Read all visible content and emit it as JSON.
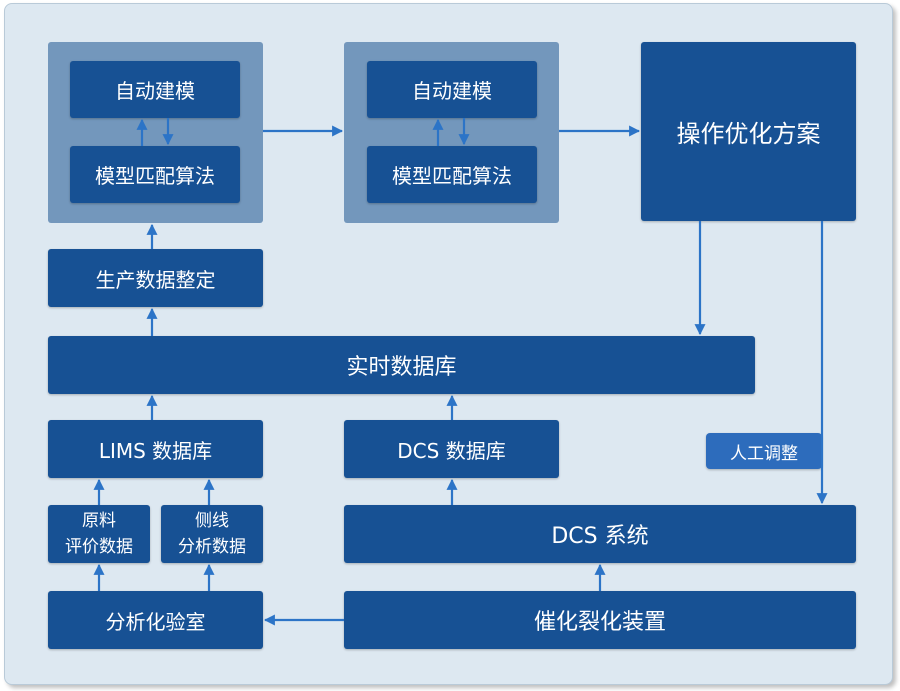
{
  "colors": {
    "background": "#dde8f1",
    "box": "#175194",
    "group": "#7397bc",
    "highlight_box": "#2d6cbc",
    "arrow": "#2c74c7"
  },
  "nodes": {
    "auto_modeling_1": "自动建模",
    "model_matching_1": "模型匹配算法",
    "auto_modeling_2": "自动建模",
    "model_matching_2": "模型匹配算法",
    "operation_optimization": "操作优化方案",
    "production_data": "生产数据整定",
    "realtime_db": "实时数据库",
    "lims_db": "LIMS 数据库",
    "dcs_db": "DCS 数据库",
    "manual_adjust": "人工调整",
    "raw_material_line1": "原料",
    "raw_material_line2": "评价数据",
    "side_line_line1": "侧线",
    "side_line_line2": "分析数据",
    "dcs_system": "DCS 系统",
    "lab": "分析化验室",
    "fcc_unit": "催化裂化装置"
  }
}
